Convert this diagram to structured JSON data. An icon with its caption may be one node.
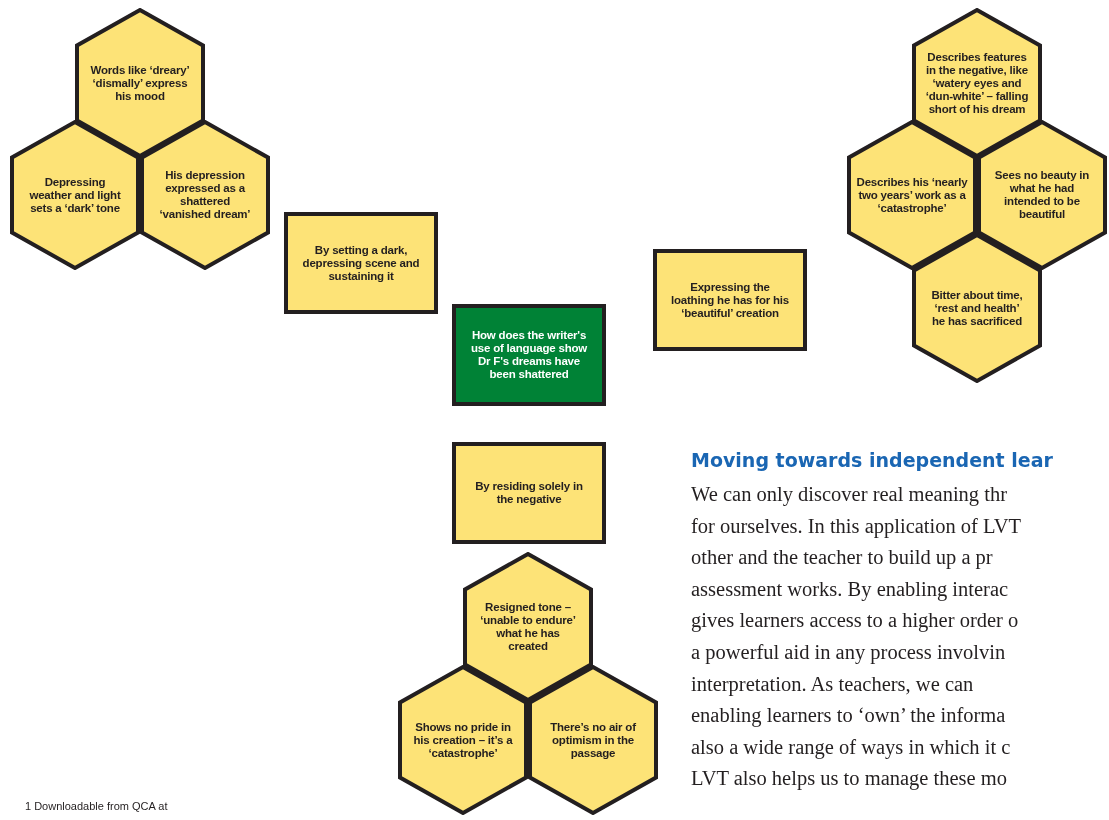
{
  "diagram": {
    "nodes": [
      {
        "text": [
          "Words like ‘dreary’ ‘dismally’ express his mood"
        ]
      },
      {
        "text": [
          "Depressing weather and light sets a ‘dark’ tone"
        ]
      },
      {
        "text": [
          "His depression expressed as a shattered ‘vanished dream’"
        ]
      },
      {
        "text": [
          "Describes features in the negative, like ‘watery eyes and ‘dun-white’ – falling short of his dream"
        ]
      },
      {
        "text": [
          "Describes his ‘nearly two years’ work as a ‘catastrophe’"
        ]
      },
      {
        "text": [
          "Sees no beauty in what he had intended to be beautiful"
        ]
      },
      {
        "text": [
          "By setting a dark, depressing scene and sustaining it"
        ]
      },
      {
        "text": [
          "Expressing the loathing he has for his ‘beautiful’ creation"
        ]
      },
      {
        "text": [
          "Bitter about time, ‘rest and health’ he has sacrificed"
        ]
      },
      {
        "text": [
          "How does the writer's use of language show Dr F's dreams have been shattered"
        ]
      },
      {
        "text": [
          "By residing solely in the negative"
        ]
      },
      {
        "text": [
          "Resigned tone – ‘unable to endure’ what he has created"
        ]
      },
      {
        "text": [
          "Shows no pride in his creation – it’s a ‘catastrophe’"
        ]
      },
      {
        "text": [
          "There’s no air of optimism in the passage"
        ]
      }
    ],
    "edges": [],
    "labels": [
      "Moving towards independent lear",
      "We can only discover real meaning thr",
      "for ourselves. In this application of LVT",
      "other and the teacher to build up a pr",
      "assessment works. By enabling interac",
      "gives learners access to a higher order o",
      "a powerful aid in any process involvin",
      "interpretation. As teachers, we can",
      "enabling learners to ‘own’ the informa",
      "also a wide range of ways in which it c",
      "LVT also helps us to manage these mo",
      "1 Downloadable from QCA at"
    ]
  }
}
